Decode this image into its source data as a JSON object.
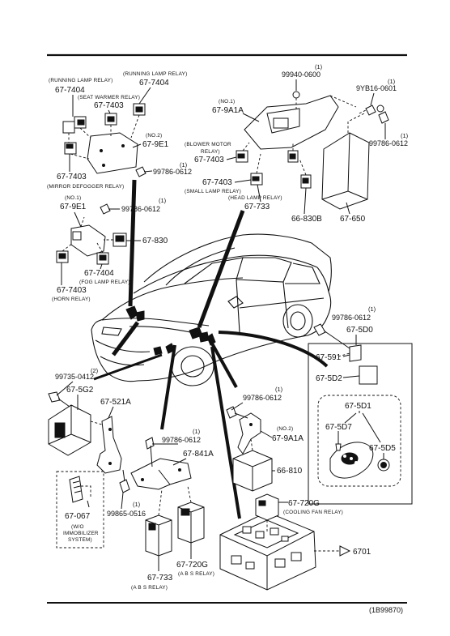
{
  "labels": {
    "running_lamp_relay_a": "(RUNNING LAMP RELAY)",
    "p67_7404_a": "67-7404",
    "running_lamp_relay_b": "(RUNNING LAMP RELAY)",
    "p67_7404_b": "67-7404",
    "seat_warmer_relay": "(SEAT WARMER RELAY)",
    "p67_7403_a": "67-7403",
    "no2_a": "(NO.2)",
    "p67_9E1_a": "67-9E1",
    "p99786_a": "99786-0612",
    "q1_a": "(1)",
    "p67_7403_b": "67-7403",
    "mirror_defogger_relay": "(MIRROR DEFOGGER RELAY)",
    "no1_a": "(NO.1)",
    "p67_9E1_b": "67-9E1",
    "q1_b": "(1)",
    "p99786_b": "99786-0612",
    "p67_830": "67-830",
    "p67_7404_c": "67-7404",
    "fog_lamp_relay": "(FOG LAMP RELAY)",
    "p67_7403_c": "67-7403",
    "horn_relay": "(HORN RELAY)",
    "q1_c": "(1)",
    "p99940": "99940-0600",
    "no1_b": "(NO.1)",
    "p67_9A1A_a": "67-9A1A",
    "q1_d": "(1)",
    "p9YB16": "9YB16-0601",
    "q1_e": "(1)",
    "p99786_c": "99786-0612",
    "blower_motor_relay_1": "(BLOWER MOTOR",
    "blower_motor_relay_2": "RELAY)",
    "p67_7403_d": "67-7403",
    "p67_7403_e": "67-7403",
    "small_lamp_relay": "(SMALL LAMP RELAY)",
    "head_lamp_relay": "(HEAD LAMP RELAY)",
    "p67_733_a": "67-733",
    "p66_830B": "66-830B",
    "p67_650": "67-650",
    "q1_f": "(1)",
    "p99786_d": "99786-0612",
    "p67_5D0": "67-5D0",
    "p67_591": "67-591",
    "p67_5D2": "67-5D2",
    "p67_5D1": "67-5D1",
    "p67_5D7": "67-5D7",
    "p67_5D5": "67-5D5",
    "p99735": "99735-0412",
    "q2_a": "(2)",
    "p67_5G2": "67-5G2",
    "p67_521A": "67-521A",
    "p67_067": "67-067",
    "wo_immobilizer_1": "(W/O",
    "wo_immobilizer_2": "IMMOBILIZER",
    "wo_immobilizer_3": "SYSTEM)",
    "q1_g": "(1)",
    "p99786_e": "99786-0612",
    "p67_841A": "67-841A",
    "q1_h": "(1)",
    "p99865": "99865-0516",
    "q1_i": "(1)",
    "p99786_f": "99786-0612",
    "no2_b": "(NO.2)",
    "p67_9A1A_b": "67-9A1A",
    "p66_810": "66-810",
    "p67_720G_a": "67-720G",
    "cooling_fan_relay": "(COOLING FAN RELAY)",
    "p6701": "6701",
    "p67_720G_b": "67-720G",
    "abs_relay_a": "(A B S RELAY)",
    "p67_733_b": "67-733",
    "abs_relay_b": "(A B S RELAY)",
    "diagram_code": "(1B99870)"
  }
}
